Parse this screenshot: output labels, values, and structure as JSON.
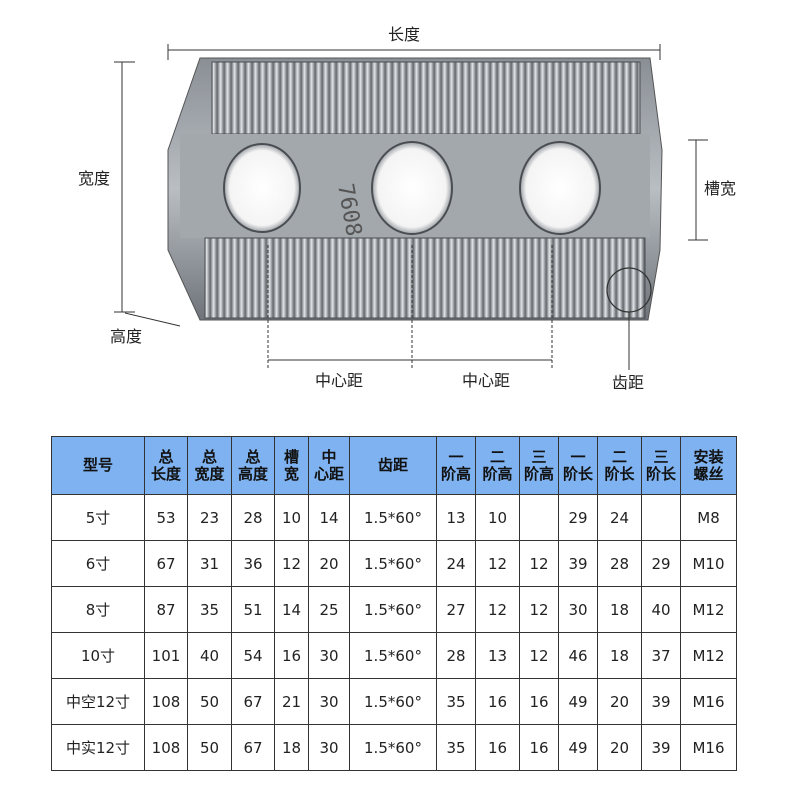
{
  "diagram": {
    "labels": {
      "length": "长度",
      "width": "宽度",
      "height": "高度",
      "slot_width": "槽宽",
      "center_distance_1": "中心距",
      "center_distance_2": "中心距",
      "tooth_pitch": "齿距"
    },
    "part_marking": "7608",
    "colors": {
      "metal_dark": "#6b6f74",
      "metal_mid": "#9aa0a6",
      "metal_light": "#d9dde1",
      "lines": "#333333"
    }
  },
  "table": {
    "header_color": "#7fb2f0",
    "headers": [
      [
        "型号"
      ],
      [
        "总",
        "长度"
      ],
      [
        "总",
        "宽度"
      ],
      [
        "总",
        "高度"
      ],
      [
        "槽",
        "宽"
      ],
      [
        "中",
        "心距"
      ],
      [
        "齿距"
      ],
      [
        "一",
        "阶高"
      ],
      [
        "二",
        "阶高"
      ],
      [
        "三",
        "阶高"
      ],
      [
        "一",
        "阶长"
      ],
      [
        "二",
        "阶长"
      ],
      [
        "三",
        "阶长"
      ],
      [
        "安装",
        "螺丝"
      ]
    ],
    "rows": [
      [
        "5寸",
        "53",
        "23",
        "28",
        "10",
        "14",
        "1.5*60°",
        "13",
        "10",
        "",
        "29",
        "24",
        "",
        "M8"
      ],
      [
        "6寸",
        "67",
        "31",
        "36",
        "12",
        "20",
        "1.5*60°",
        "24",
        "12",
        "12",
        "39",
        "28",
        "29",
        "M10"
      ],
      [
        "8寸",
        "87",
        "35",
        "51",
        "14",
        "25",
        "1.5*60°",
        "27",
        "12",
        "12",
        "30",
        "18",
        "40",
        "M12"
      ],
      [
        "10寸",
        "101",
        "40",
        "54",
        "16",
        "30",
        "1.5*60°",
        "28",
        "13",
        "12",
        "46",
        "18",
        "37",
        "M12"
      ],
      [
        "中空12寸",
        "108",
        "50",
        "67",
        "21",
        "30",
        "1.5*60°",
        "35",
        "16",
        "16",
        "49",
        "20",
        "39",
        "M16"
      ],
      [
        "中实12寸",
        "108",
        "50",
        "67",
        "18",
        "30",
        "1.5*60°",
        "35",
        "16",
        "16",
        "49",
        "20",
        "39",
        "M16"
      ]
    ]
  }
}
